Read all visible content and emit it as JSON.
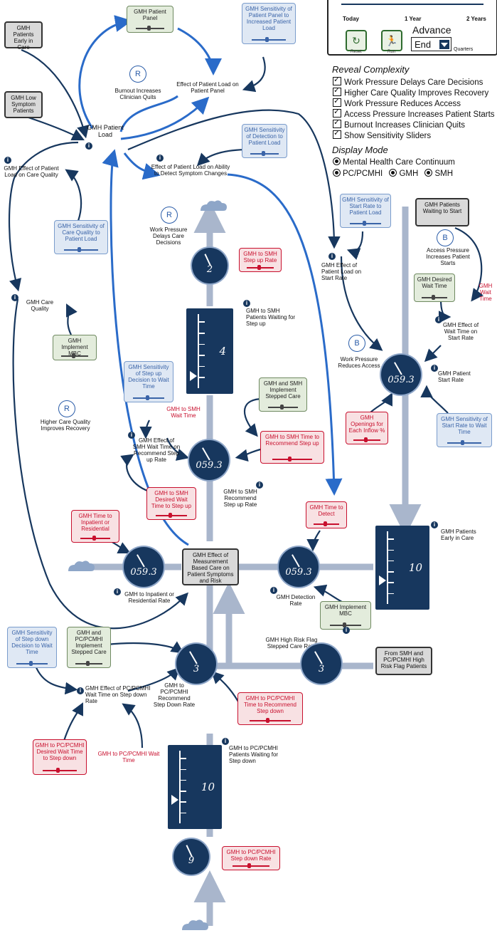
{
  "panel": {
    "timeline": {
      "today": "Today",
      "year1": "1 Year",
      "year2": "2 Years"
    },
    "reset_label": "Reset",
    "run_label": "Run",
    "advance_label": "Advance",
    "advance_value": "End",
    "quarters_label": "Quarters",
    "reveal_title": "Reveal Complexity",
    "reveal_items": [
      "Work Pressure Delays Care Decisions",
      "Higher Care Quality Improves Recovery",
      "Work Pressure Reduces Access",
      "Access Pressure Increases Patient Starts",
      "Burnout Increases Clinician Quits",
      "Show Sensitivity Sliders"
    ],
    "display_title": "Display Mode",
    "display_row1": "Mental Health Care Continuum",
    "display_row2": [
      "PC/PCMHI",
      "GMH",
      "SMH"
    ]
  },
  "boxes": {
    "early_in_care": "GMH Patients Early in Care",
    "low_symptom": "GMH Low Symptom Patients",
    "patient_panel": "GMH Patient Panel",
    "sens_panel": "GMH Sensitivity of Patient Panel to Increased Patient Load",
    "sens_detection": "GMH Sensitivity of Detection to Patient Load",
    "sens_quality": "GMH Sensitivity of Care Quality to Patient Load",
    "implement_mbc_top": "GMH Implement MBC",
    "sens_start_rate": "GMH Sensitivity of Start Rate to Patient Load",
    "waiting_to_start": "GMH Patients Waiting to Start",
    "desired_wait": "GMH Desired Wait Time",
    "sens_stepup": "GMH Sensitivity of Step up Decision to Wait Time",
    "smh_stepped_care": "GMH and SMH Implement Stepped Care",
    "time_recommend_stepup": "GMH to SMH Time to Recommend Step up",
    "desired_wait_stepup": "GMH to SMH Desired Wait Time to Step up",
    "openings": "GMH Openings for Each Inflow %",
    "sens_start_wait": "GMH Sensitivity of Start Rate to Wait Time",
    "time_to_inpatient": "GMH Time to Inpatient or Residential",
    "time_to_detect": "GMH Time to Detect",
    "mbc_effect": "GMH Effect of Measurement Based Care on Patient Symptoms and Risk",
    "implement_mbc_bottom": "GMH Implement MBC",
    "sens_stepdown": "GMH Sensitivity of Step down Decision to Wait Time",
    "pc_stepped_care": "GMH and PC/PCMHI Implement Stepped Care",
    "from_smh": "From SMH and PC/PCMHI High Risk Flag Patients",
    "time_recommend_stepdown": "GMH to PC/PCMHI Time to Recommend Step down",
    "desired_wait_stepdown": "GMH to PC/PCMHI Desired Wait Time to Step down",
    "smh_stepup_rate_box": "GMH to SMH Step up Rate",
    "stepdown_rate_box": "GMH to PC/PCMHI Step down Rate"
  },
  "labels": {
    "patient_load": "GMH Patient Load",
    "effect_on_panel": "Effect of Patient Load on Patient Panel",
    "burnout": "Burnout Increases Clinician Quits",
    "effect_quality": "GMH Effect of Patient Load on Care Quality",
    "effect_detect": "Effect of Patient Load on Ability to Detect Symptom Changes",
    "work_pressure_delays": "Work Pressure Delays Care Decisions",
    "care_quality": "GMH Care Quality",
    "higher_quality": "Higher Care Quality Improves Recovery",
    "effect_start": "GMH Effect of Patient Load on Start Rate",
    "access_pressure": "Access Pressure Increases Patient Starts",
    "gmh_wait_time": "GMH Wait Time",
    "effect_wait_start": "GMH Effect of Wait Time on Start Rate",
    "work_pressure_access": "Work Pressure Reduces Access",
    "patient_start_rate": "GMH Patient Start Rate",
    "smh_waiting": "GMH to SMH Patients Waiting for Step up",
    "smh_wait_time": "GMH to SMH Wait Time",
    "effect_smh_wait": "GMH Effect of SMH Wait Time on Recommend Step up Rate",
    "smh_recommend": "GMH to SMH Recommend Step up Rate",
    "early_in_care_tank": "GMH Patients Early in Care",
    "inpatient_rate": "GMH to Inpatient or Residential Rate",
    "detection_rate": "GMH Detection Rate",
    "high_risk_rate": "GMH High Risk Flag Stepped Care Rate",
    "effect_pc_wait": "GMH Effect of PC/PCMHI Wait Time on Step down Rate",
    "pc_recommend": "GMH to PC/PCMHI Recommend Step Down Rate",
    "pc_wait_time": "GMH to PC/PCMHI Wait Time",
    "pc_waiting": "GMH to PC/PCMHI Patients Waiting for Step down"
  },
  "values": {
    "dial_stepup_rate": "2",
    "tank_smh_waiting": "4",
    "dial_smh_recommend": "059.3",
    "dial_start_rate": "059.3",
    "dial_inpatient": "059.3",
    "dial_detection": "059.3",
    "tank_early_care": "10",
    "dial_pc_recommend": "3",
    "dial_high_risk": "3",
    "tank_pc_waiting": "10",
    "dial_stepdown_rate": "9"
  },
  "loop_markers": {
    "reinforcing": "R",
    "balancing": "B"
  },
  "colors": {
    "navy": "#17375e",
    "blue_link": "#2a6bc9",
    "flow": "#a9b6cc",
    "red": "#c8102e",
    "green": "#6f8a61"
  }
}
